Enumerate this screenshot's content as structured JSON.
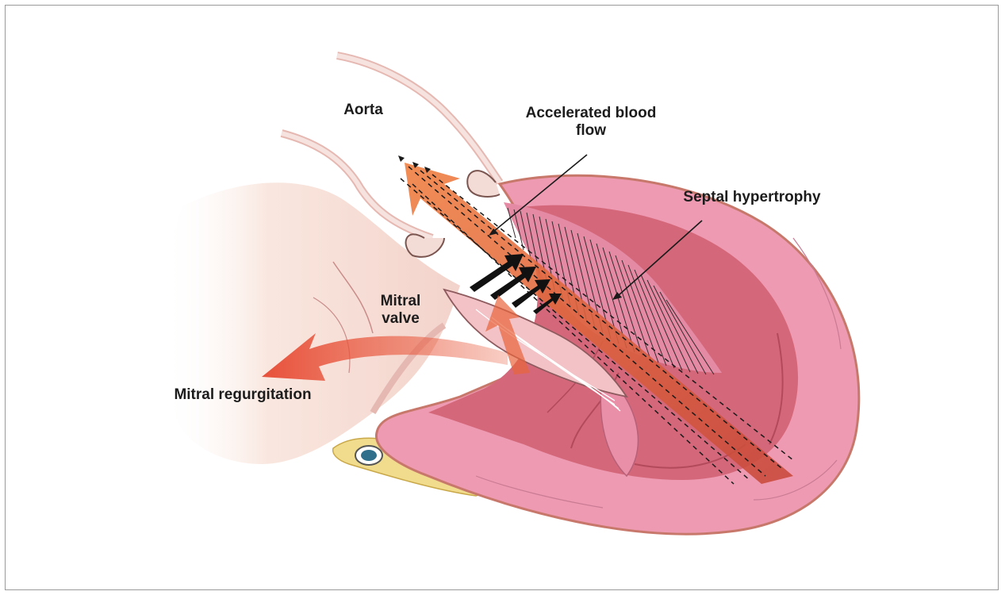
{
  "labels": {
    "aorta": "Aorta",
    "accelerated_flow_line1": "Accelerated blood",
    "accelerated_flow_line2": "flow",
    "septal_hypertrophy": "Septal hypertrophy",
    "mitral_valve_line1": "Mitral",
    "mitral_valve_line2": "valve",
    "mitral_regurgitation": "Mitral regurgitation"
  },
  "colors": {
    "myocardium": "#ee9ab2",
    "myocardium_dark": "#d87390",
    "chamber": "#d4687a",
    "atrium": "#f8e6de",
    "vessel_wall": "#f0d2ce",
    "flow_arrow": "#e8643c",
    "fat": "#f0dc8c",
    "line": "#222222"
  }
}
